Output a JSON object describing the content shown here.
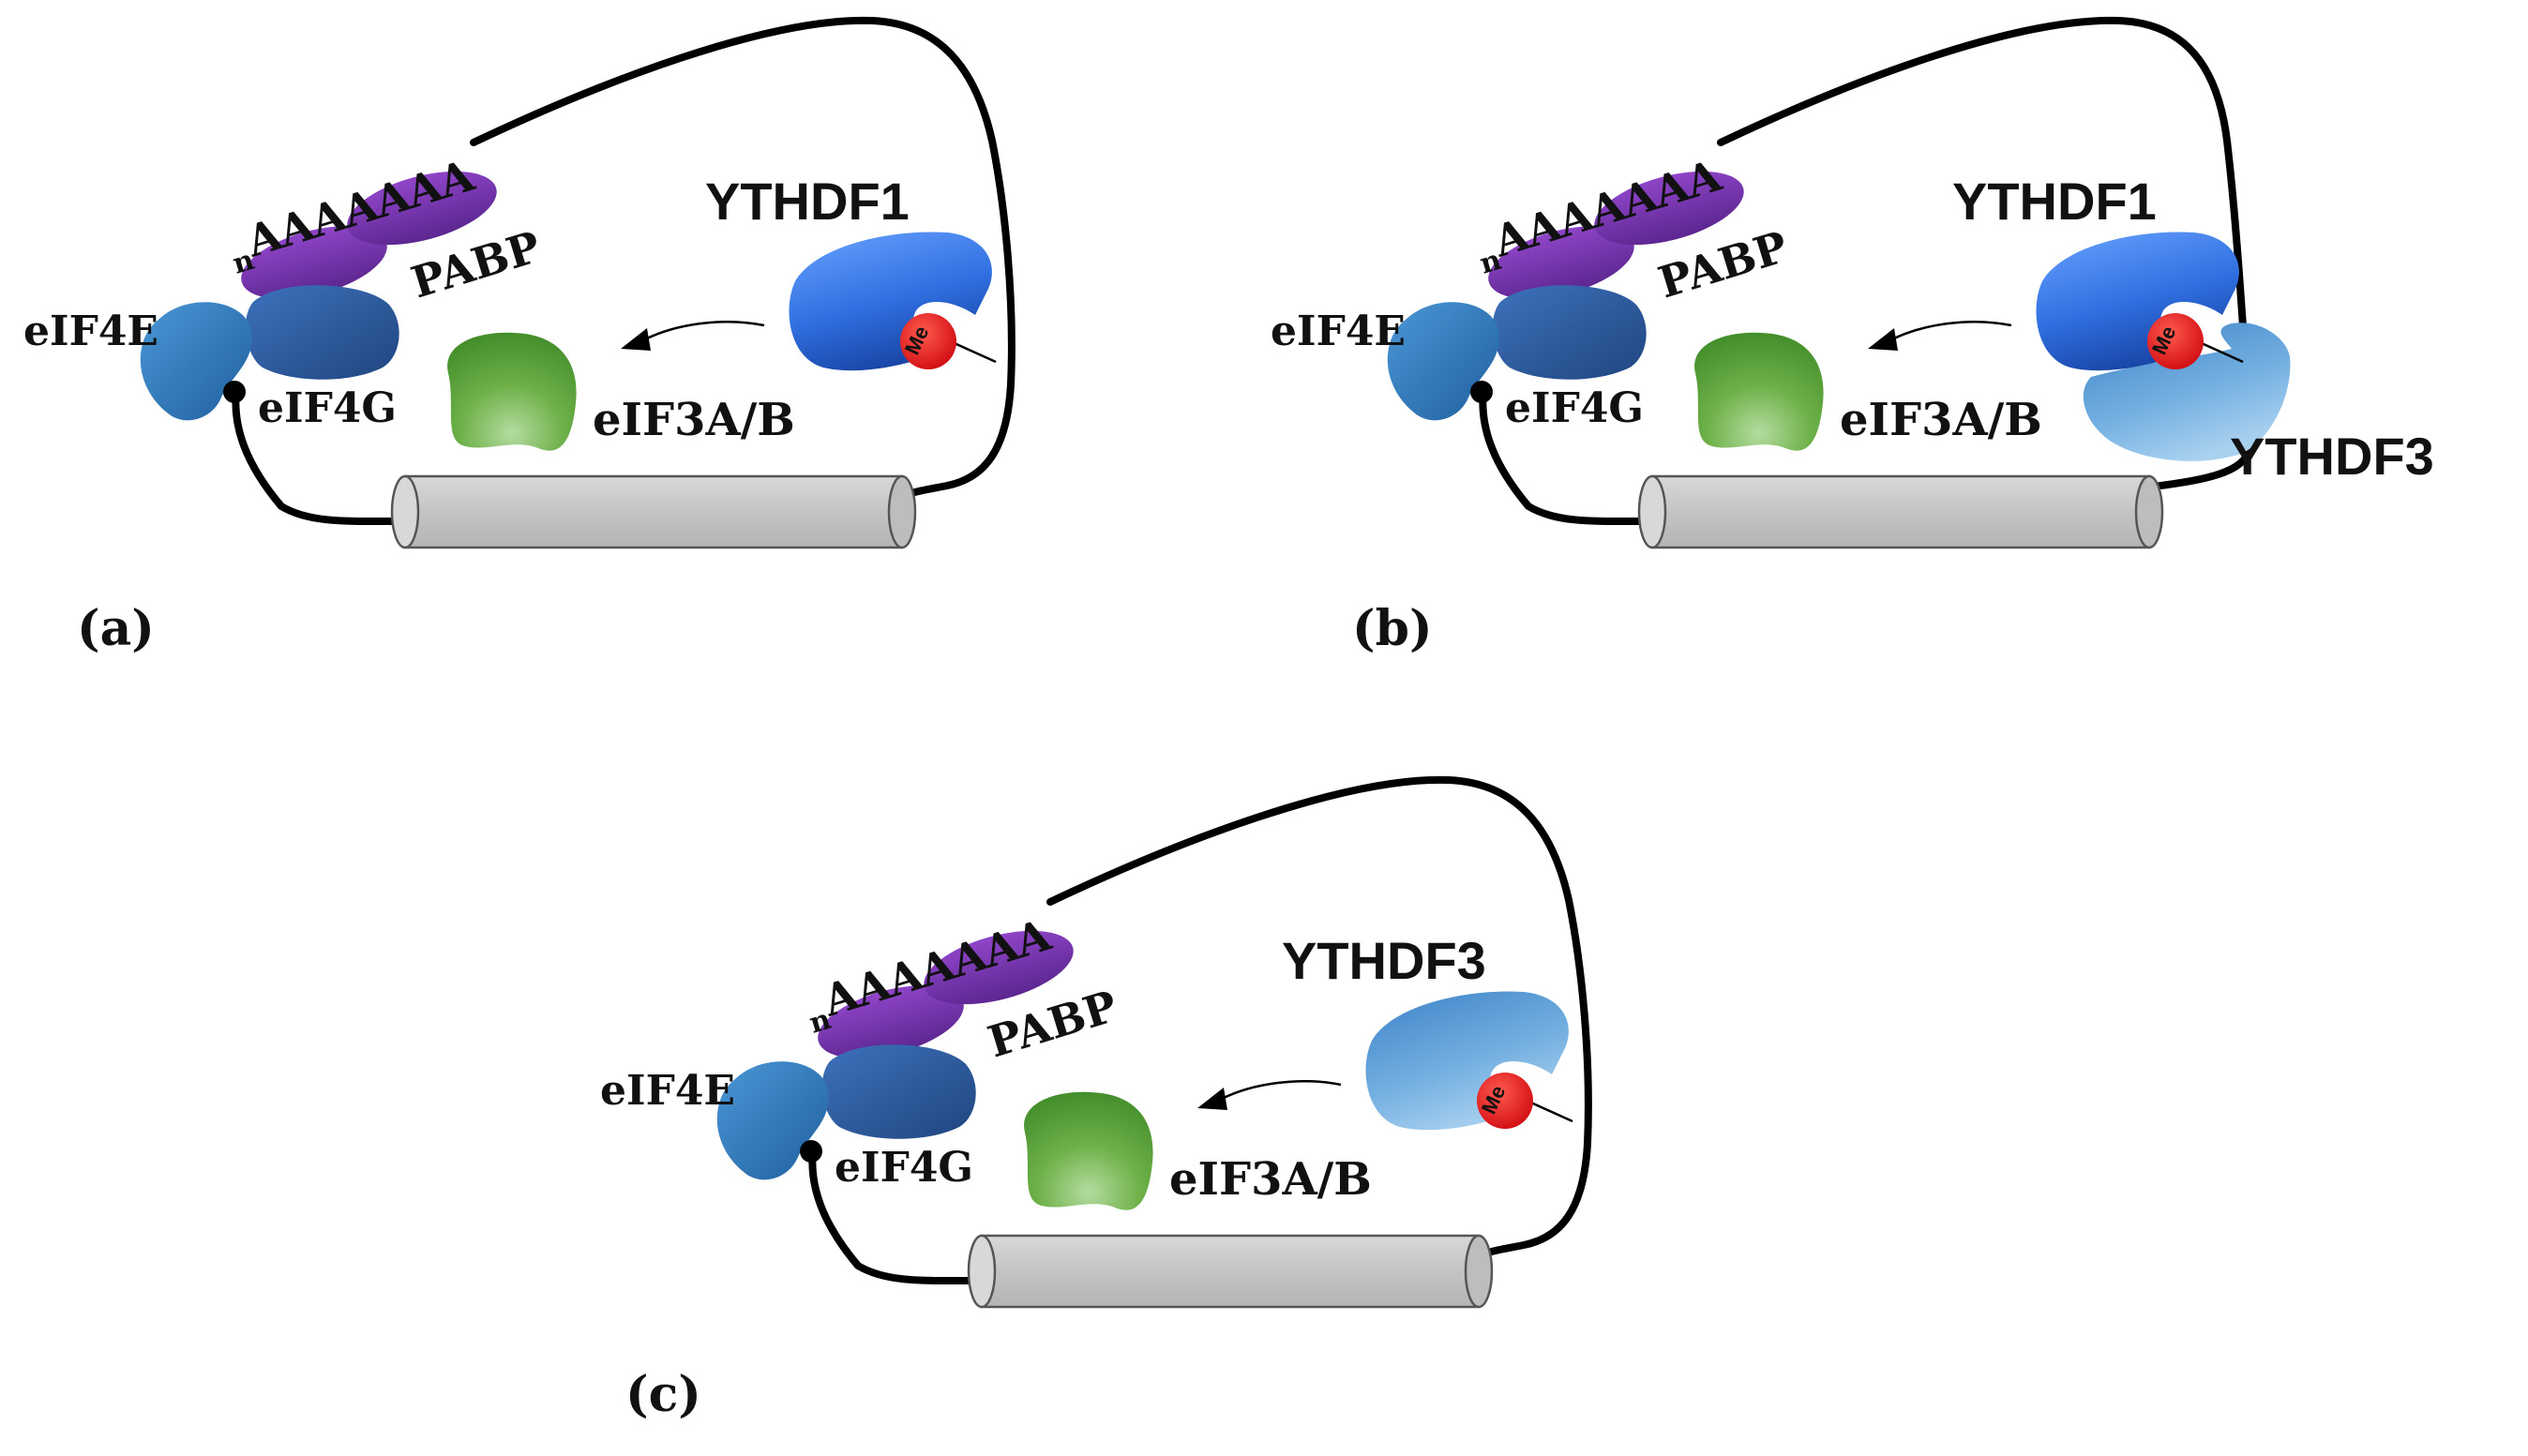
{
  "colors": {
    "loop": "#000000",
    "cylinder": "#cbcbcb",
    "pabp": "#7a35b0",
    "eif4e": "#2f7bbf",
    "eif4g": "#2c5aa0",
    "eif3": "#5a9f3a",
    "ythdf1": "#3d7ce8",
    "ythdf3": "#5ea0d4",
    "me": "#e8141a"
  },
  "labels": {
    "polyA_n": "n",
    "polyA": "AAAAAAA",
    "pabp": "PABP",
    "eif4e": "eIF4E",
    "eif4g": "eIF4G",
    "eif3": "eIF3A/B",
    "me": "Me",
    "ythdf1": "YTHDF1",
    "ythdf3": "YTHDF3"
  },
  "panels": [
    {
      "id": "a",
      "caption": "(a)",
      "reader_title": "YTHDF1",
      "second_reader": ""
    },
    {
      "id": "b",
      "caption": "(b)",
      "reader_title": "YTHDF1",
      "second_reader": "YTHDF3"
    },
    {
      "id": "c",
      "caption": "(c)",
      "reader_title": "YTHDF3",
      "second_reader": ""
    }
  ]
}
